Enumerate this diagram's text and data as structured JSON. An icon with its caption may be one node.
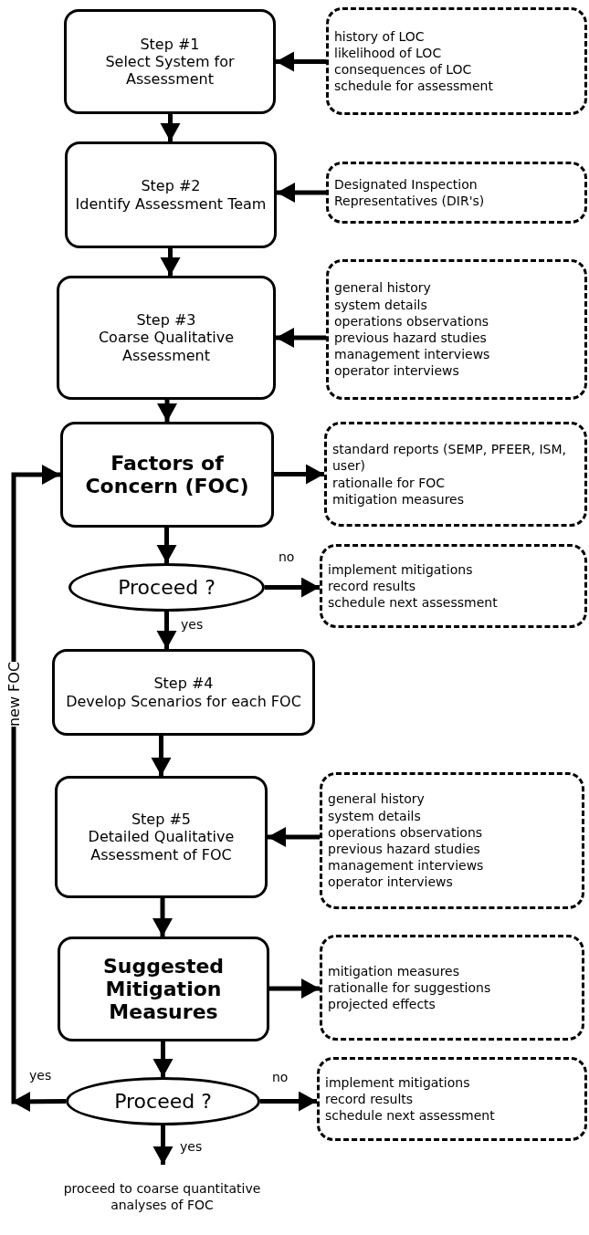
{
  "diagram": {
    "nodes": [
      {
        "text": [
          "Step #1",
          "Select System for Assessment"
        ]
      },
      {
        "text": [
          "history of LOC",
          "likelihood of LOC",
          "consequences of LOC",
          "schedule for assessment"
        ]
      },
      {
        "text": [
          "Step #2",
          "Identify Assessment Team"
        ]
      },
      {
        "text": [
          "Designated Inspection Representatives (DIR's)"
        ]
      },
      {
        "text": [
          "Step #3",
          "Coarse Qualitative Assessment"
        ]
      },
      {
        "text": [
          "general history",
          "system details",
          "operations observations",
          "previous hazard studies",
          "management interviews",
          "operator interviews"
        ]
      },
      {
        "text": [
          "Factors of Concern (FOC)"
        ]
      },
      {
        "text": [
          "standard reports (SEMP, PFEER, ISM, user)",
          "rationalle for FOC",
          "mitigation measures"
        ]
      },
      {
        "text": [
          "Proceed ?"
        ]
      },
      {
        "text": [
          "implement mitigations",
          "record results",
          "schedule next assessment"
        ]
      },
      {
        "text": [
          "Step #4",
          "Develop Scenarios for each FOC"
        ]
      },
      {
        "text": [
          "Step #5",
          "Detailed Qualitative Assessment of FOC"
        ]
      },
      {
        "text": [
          "general history",
          "system details",
          "operations observations",
          "previous hazard studies",
          "management interviews",
          "operator interviews"
        ]
      },
      {
        "text": [
          "Suggested Mitigation Measures"
        ]
      },
      {
        "text": [
          "mitigation measures",
          "rationalle for suggestions",
          "projected effects"
        ]
      },
      {
        "text": [
          "Proceed ?"
        ]
      },
      {
        "text": [
          "implement mitigations",
          "record results",
          "schedule next assessment"
        ]
      },
      {
        "text": [
          "proceed to coarse quantitative analyses of FOC"
        ]
      }
    ],
    "edges": [
      {
        "from": 1,
        "to": 0,
        "arrow": "to"
      },
      {
        "from": 0,
        "to": 2,
        "arrow": "to"
      },
      {
        "from": 3,
        "to": 2,
        "arrow": "to"
      },
      {
        "from": 2,
        "to": 4,
        "arrow": "to"
      },
      {
        "from": 5,
        "to": 4,
        "arrow": "to"
      },
      {
        "from": 4,
        "to": 6,
        "arrow": "to"
      },
      {
        "from": 6,
        "to": 7,
        "arrow": "to"
      },
      {
        "from": 6,
        "to": 8,
        "arrow": "to"
      },
      {
        "from": 8,
        "to": 9,
        "label": "no",
        "arrow": "to"
      },
      {
        "from": 8,
        "to": 10,
        "label": "yes",
        "arrow": "to"
      },
      {
        "from": 10,
        "to": 11,
        "arrow": "to"
      },
      {
        "from": 12,
        "to": 11,
        "arrow": "to"
      },
      {
        "from": 11,
        "to": 13,
        "arrow": "to"
      },
      {
        "from": 13,
        "to": 14,
        "arrow": "to"
      },
      {
        "from": 13,
        "to": 15,
        "arrow": "to"
      },
      {
        "from": 15,
        "to": 16,
        "label": "no",
        "arrow": "to"
      },
      {
        "from": 15,
        "to": 17,
        "label": "yes",
        "arrow": "to"
      },
      {
        "from": 15,
        "to": 6,
        "label": "yes",
        "arrow": "to"
      }
    ],
    "labels": [
      "new FOC"
    ]
  }
}
